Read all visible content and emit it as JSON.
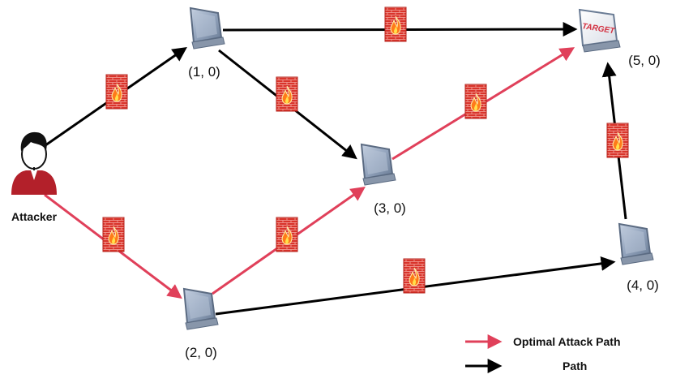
{
  "attacker": {
    "label": "Attacker"
  },
  "nodes": [
    {
      "id": "n10",
      "label": "(1, 0)"
    },
    {
      "id": "n20",
      "label": "(2, 0)"
    },
    {
      "id": "n30",
      "label": "(3, 0)"
    },
    {
      "id": "n40",
      "label": "(4, 0)"
    },
    {
      "id": "n50",
      "label": "(5, 0)",
      "screen_text": "TARGET"
    }
  ],
  "edges": [
    {
      "from": "attacker",
      "to": "n10",
      "type": "path",
      "firewall": true
    },
    {
      "from": "attacker",
      "to": "n20",
      "type": "optimal",
      "firewall": true
    },
    {
      "from": "n10",
      "to": "n50",
      "type": "path",
      "firewall": true
    },
    {
      "from": "n10",
      "to": "n30",
      "type": "path",
      "firewall": true
    },
    {
      "from": "n20",
      "to": "n30",
      "type": "optimal",
      "firewall": true
    },
    {
      "from": "n30",
      "to": "n50",
      "type": "optimal",
      "firewall": true
    },
    {
      "from": "n20",
      "to": "n40",
      "type": "path",
      "firewall": true
    },
    {
      "from": "n40",
      "to": "n50",
      "type": "path",
      "firewall": true
    }
  ],
  "legend": {
    "optimal_label": "Optimal Attack Path",
    "path_label": "Path"
  },
  "colors": {
    "optimal": "#e0405a",
    "path": "#000000",
    "firewall_brick": "#d9342b",
    "attacker_shirt": "#b3202a"
  },
  "icons": [
    "person-icon",
    "monitor-icon",
    "firewall-icon",
    "target-monitor-icon"
  ]
}
